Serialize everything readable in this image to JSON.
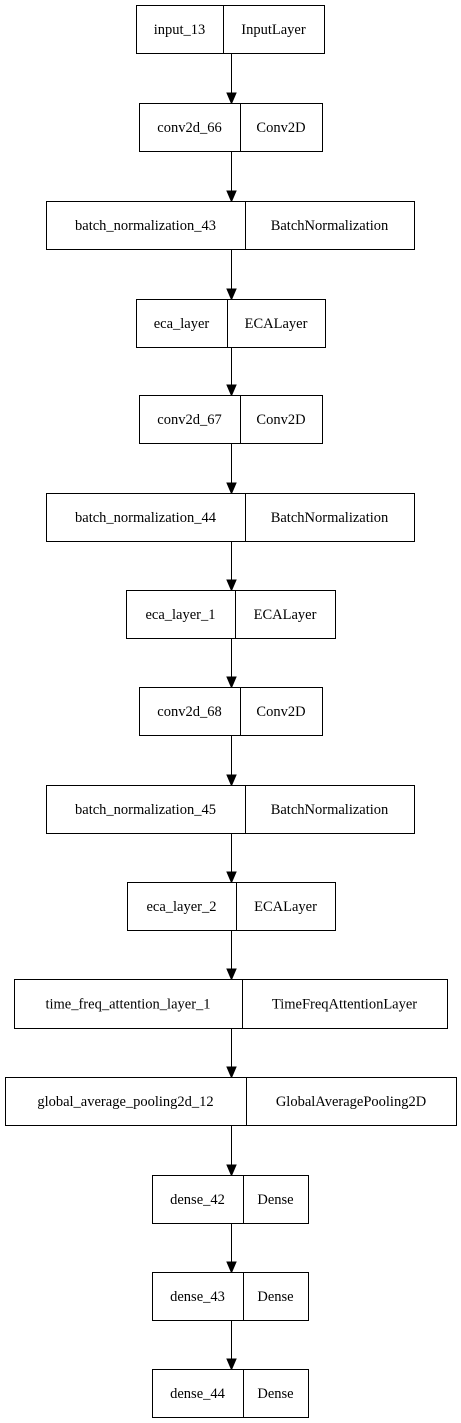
{
  "nodes": [
    {
      "name": "input_13",
      "type": "InputLayer"
    },
    {
      "name": "conv2d_66",
      "type": "Conv2D"
    },
    {
      "name": "batch_normalization_43",
      "type": "BatchNormalization"
    },
    {
      "name": "eca_layer",
      "type": "ECALayer"
    },
    {
      "name": "conv2d_67",
      "type": "Conv2D"
    },
    {
      "name": "batch_normalization_44",
      "type": "BatchNormalization"
    },
    {
      "name": "eca_layer_1",
      "type": "ECALayer"
    },
    {
      "name": "conv2d_68",
      "type": "Conv2D"
    },
    {
      "name": "batch_normalization_45",
      "type": "BatchNormalization"
    },
    {
      "name": "eca_layer_2",
      "type": "ECALayer"
    },
    {
      "name": "time_freq_attention_layer_1",
      "type": "TimeFreqAttentionLayer"
    },
    {
      "name": "global_average_pooling2d_12",
      "type": "GlobalAveragePooling2D"
    },
    {
      "name": "dense_42",
      "type": "Dense"
    },
    {
      "name": "dense_43",
      "type": "Dense"
    },
    {
      "name": "dense_44",
      "type": "Dense"
    }
  ]
}
